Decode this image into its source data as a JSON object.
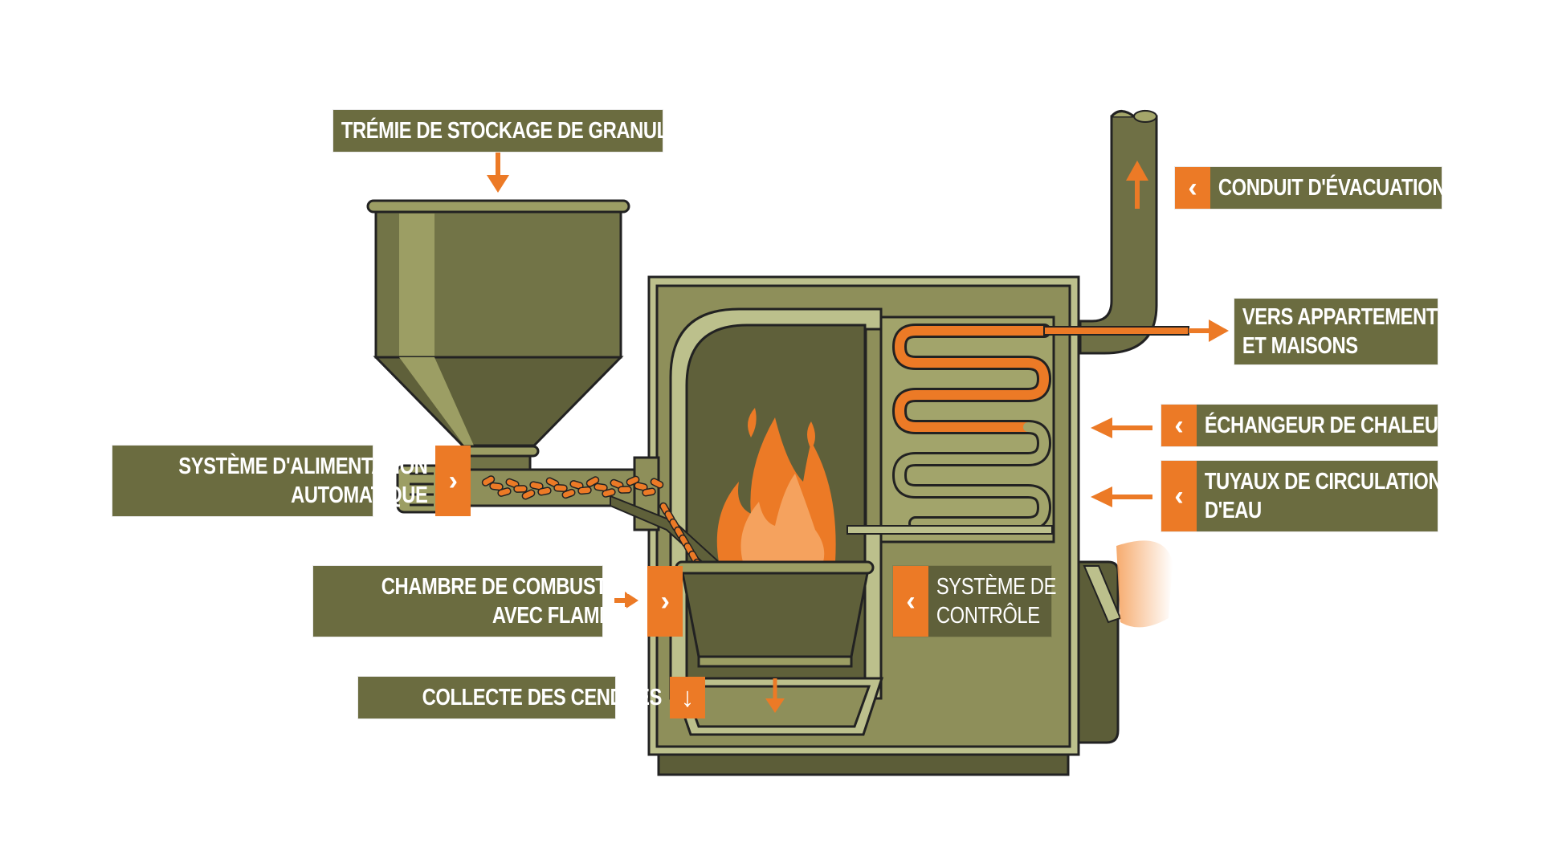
{
  "title": "Chaudière à granulés — schéma de fonctionnement",
  "colors": {
    "label_bg": "#6b6c40",
    "accent_orange": "#ec7a26",
    "body_olive": "#8e8f5a",
    "dark_olive": "#5c5d38",
    "light_olive": "#bcc08c",
    "flame_light": "#f5a25e"
  },
  "labels": {
    "hopper": {
      "lines": [
        "TRÉMIE DE STOCKAGE DE GRANULÉS"
      ],
      "arrow": "down-arrow"
    },
    "flue": {
      "lines": [
        "CONDUIT D'ÉVACUATION"
      ],
      "tab_icon": "chevron-left"
    },
    "to_homes": {
      "lines": [
        "VERS APPARTEMENTS",
        "ET MAISONS"
      ],
      "arrow": "right-arrow"
    },
    "heat_exchanger": {
      "lines": [
        "ÉCHANGEUR DE CHALEUR"
      ],
      "tab_icon": "chevron-left"
    },
    "water_pipes": {
      "lines": [
        "TUYAUX DE CIRCULATION",
        "D'EAU"
      ],
      "tab_icon": "chevron-left"
    },
    "feed_system": {
      "lines": [
        "SYSTÈME D'ALIMENTATION",
        "AUTOMATIQUE"
      ],
      "tab_icon": "chevron-right"
    },
    "combustion": {
      "lines": [
        "CHAMBRE DE COMBUSTION",
        "AVEC FLAMMES"
      ],
      "tab_icon": "chevron-right"
    },
    "control": {
      "lines": [
        "SYSTÈME DE",
        "CONTRÔLE"
      ],
      "tab_icon": "chevron-left"
    },
    "ash": {
      "lines": [
        "COLLECTE DES CENDRES"
      ],
      "tab_icon": "down-arrow"
    }
  },
  "icons": {
    "chevron_left": "‹",
    "chevron_right": "›",
    "down_arrow": "↓"
  }
}
